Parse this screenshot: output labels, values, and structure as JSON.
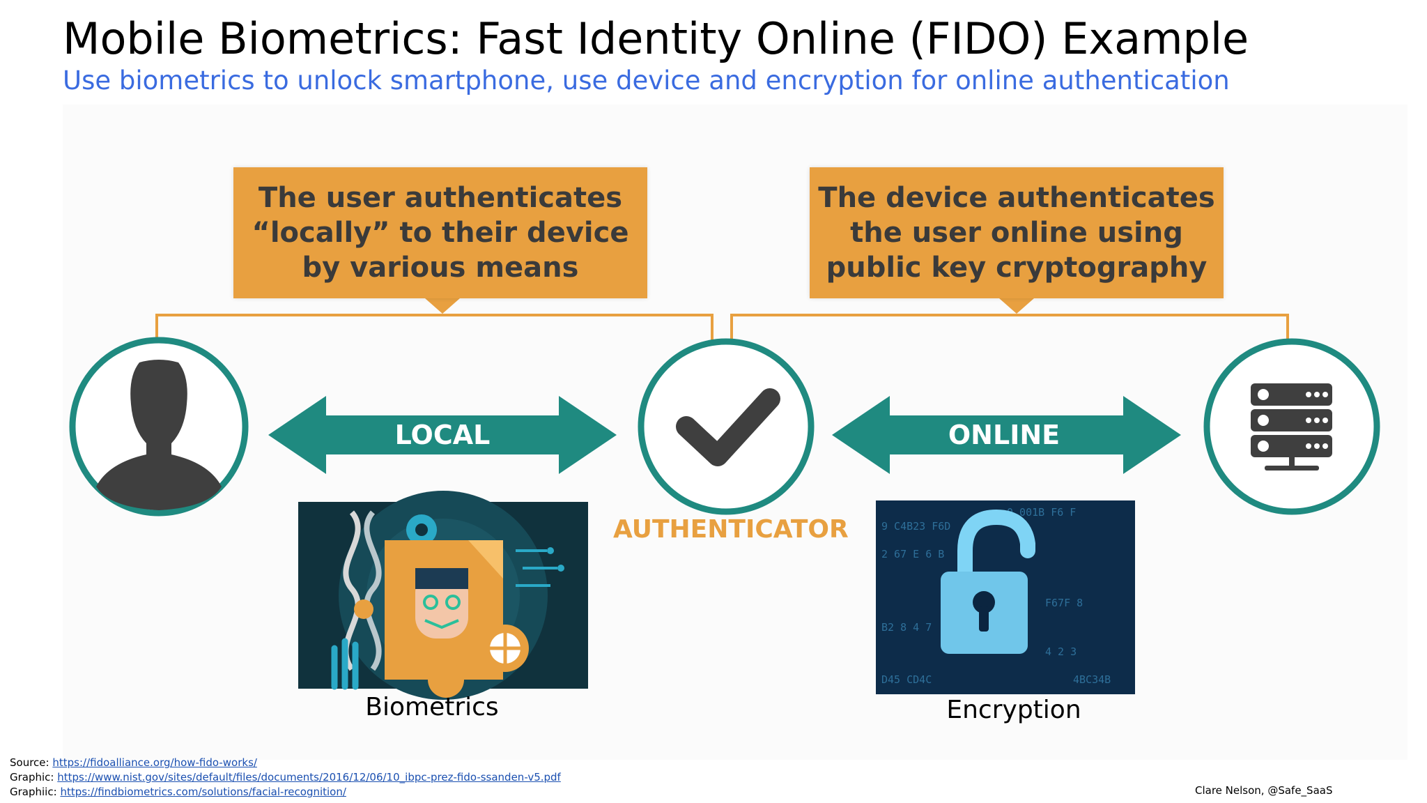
{
  "slide": {
    "title": "Mobile Biometrics: Fast Identity Online (FIDO) Example",
    "subtitle": "Use biometrics to unlock smartphone, use device and encryption for online authentication",
    "colors": {
      "subtitle": "#3a6be0",
      "callout": "#e8a040",
      "teal": "#1f8a80",
      "icon_dark": "#3f3f3f"
    }
  },
  "diagram": {
    "callout_left": [
      "The user authenticates",
      "“locally” to their device",
      "by various means"
    ],
    "callout_right": [
      "The device authenticates",
      "the user online using",
      "public key cryptography"
    ],
    "local_label": "LOCAL",
    "online_label": "ONLINE",
    "authenticator_label": "AUTHENTICATOR",
    "icons": {
      "user": "user-silhouette-icon",
      "check": "checkmark-icon",
      "server": "server-icon"
    }
  },
  "images": {
    "biometrics_caption": "Biometrics",
    "encryption_caption": "Encryption"
  },
  "footer": {
    "source_label": "Source:",
    "source_url": "https://fidoalliance.org/how-fido-works/",
    "graphic_label": "Graphic:",
    "graphic_url": "https://www.nist.gov/sites/default/files/documents/2016/12/06/10_ibpc-prez-fido-ssanden-v5.pdf",
    "graphic2_label": "Graphiic:",
    "graphic2_url": "https://findbiometrics.com/solutions/facial-recognition/",
    "credit": "Clare Nelson, @Safe_SaaS"
  }
}
